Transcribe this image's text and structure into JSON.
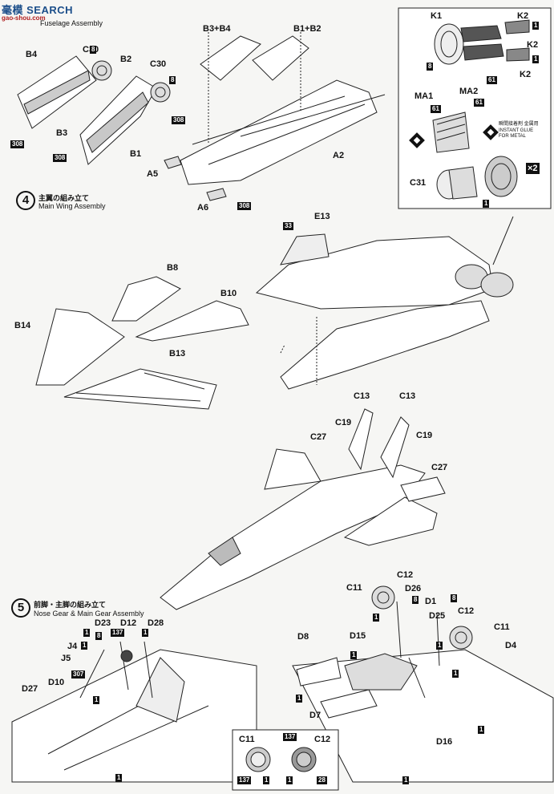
{
  "watermark": {
    "brand": "毫模 SEARCH",
    "url": "gao-shou.com"
  },
  "step3": {
    "title_en": "Fuselage Assembly"
  },
  "step4": {
    "number": "4",
    "title_jp": "主翼の組み立て",
    "title_en": "Main Wing Assembly"
  },
  "step5": {
    "number": "5",
    "title_jp": "前脚・主脚の組み立て",
    "title_en": "Nose Gear & Main Gear Assembly"
  },
  "inset": {
    "glue_jp": "瞬間接着剤 金属用",
    "glue_en1": "INSTANT GLUE",
    "glue_en2": "FOR METAL",
    "times": "×2"
  },
  "labels": {
    "B4": "B4",
    "C30a": "C30",
    "B2": "B2",
    "C30b": "C30",
    "B3": "B3",
    "B1": "B1",
    "B3B4": "B3+B4",
    "B1B2": "B1+B2",
    "A2": "A2",
    "A5": "A5",
    "A6": "A6",
    "K1": "K1",
    "K2a": "K2",
    "K2b": "K2",
    "K2c": "K2",
    "MA1": "MA1",
    "MA2": "MA2",
    "C31": "C31",
    "E13": "E13",
    "B8": "B8",
    "B10": "B10",
    "B14": "B14",
    "B13": "B13",
    "C13a": "C13",
    "C13b": "C13",
    "C19a": "C19",
    "C19b": "C19",
    "C27a": "C27",
    "C27b": "C27",
    "C11a": "C11",
    "C12a": "C12",
    "D26": "D26",
    "D1": "D1",
    "D25": "D25",
    "C12b": "C12",
    "C11b": "C11",
    "D15": "D15",
    "D8": "D8",
    "D4": "D4",
    "D7": "D7",
    "D16": "D16",
    "D23": "D23",
    "D12": "D12",
    "D28": "D28",
    "J4": "J4",
    "J5": "J5",
    "D10": "D10",
    "D27": "D27",
    "C11c": "C11",
    "C12c": "C12"
  },
  "boxes": {
    "n308": "308",
    "n8": "8",
    "n1": "1",
    "n61": "61",
    "n33": "33",
    "n137": "137",
    "n307": "307",
    "n28": "28"
  }
}
